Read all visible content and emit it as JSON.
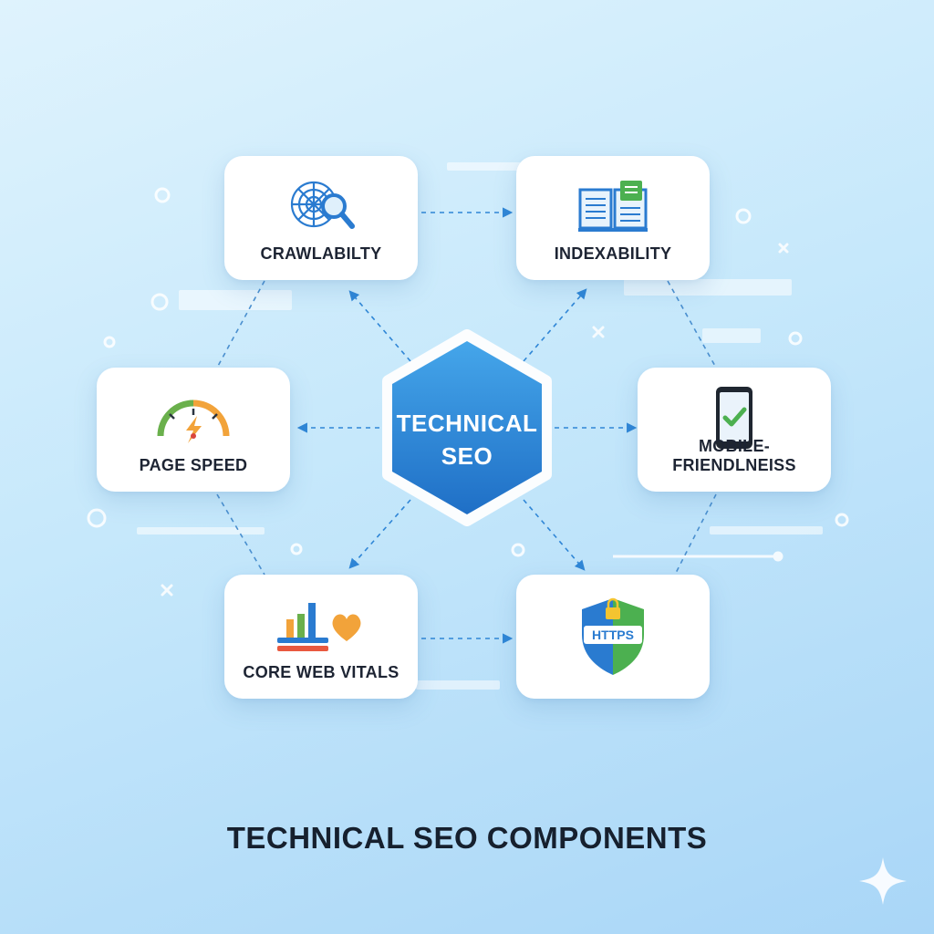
{
  "diagram": {
    "center": {
      "line1": "TECHNICAL",
      "line2": "SEO"
    },
    "components": [
      {
        "label": "CRAWLABILTY",
        "icon": "spider-web-magnifier-icon"
      },
      {
        "label": "INDEXABILITY",
        "icon": "open-book-icon"
      },
      {
        "label": "PAGE SPEED",
        "icon": "speedometer-icon"
      },
      {
        "label": "MOBILE-FRIENDLNEISS",
        "icon": "smartphone-check-icon"
      },
      {
        "label": "CORE WEB VITALS",
        "icon": "bar-chart-heart-icon"
      },
      {
        "label": "",
        "icon": "https-shield-icon",
        "badge": "HTTPS"
      }
    ],
    "footer_title": "TECHNICAL SEO COMPONENTS",
    "colors": {
      "accent": "#2f86d6",
      "hex_top": "#45a6ea",
      "hex_bottom": "#1f6fc6",
      "text": "#1d2433",
      "gauge_green": "#6ab04c",
      "gauge_orange": "#f2a33a",
      "shield_blue": "#2a7bd0",
      "shield_green": "#4cb050"
    }
  }
}
